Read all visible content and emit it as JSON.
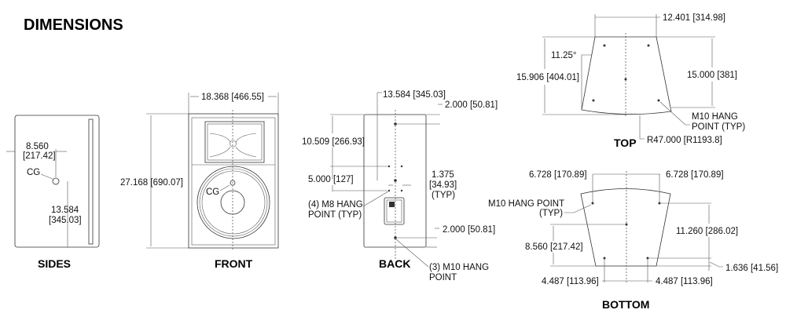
{
  "title": "DIMENSIONS",
  "views": {
    "sides": {
      "label": "SIDES",
      "dim_horizontal": [
        "8.560",
        "[217.42]"
      ],
      "cg": "CG",
      "dim_vertical": [
        "13.584",
        "[345.03]"
      ]
    },
    "front": {
      "label": "FRONT",
      "width": "18.368 [466.55]",
      "height": "27.168 [690.07]",
      "cg": "CG"
    },
    "back": {
      "label": "BACK",
      "dim_top": "13.584 [345.03]",
      "dim_top_right": "2.000 [50.81]",
      "dim_left_upper": "10.509 [266.93]",
      "dim_left_lower": "5.000 [127]",
      "dim_spacing": [
        "1.375",
        "[34.93]",
        "(TYP)"
      ],
      "m8_callout": [
        "(4) M8 HANG",
        "POINT (TYP)"
      ],
      "dim_bottom_right": "2.000 [50.81]",
      "m10_callout": [
        "(3) M10 HANG",
        "POINT"
      ]
    },
    "top": {
      "label": "TOP",
      "width": "12.401 [314.98]",
      "angle": "11.25°",
      "depth": "15.906 [404.01]",
      "hang_depth": "15.000 [381]",
      "callout": [
        "M10 HANG",
        "POINT (TYP)"
      ],
      "radius": "R47.000 [R1193.8]"
    },
    "bottom": {
      "label": "BOTTOM",
      "top_left": "6.728 [170.89]",
      "top_right": "6.728 [170.89]",
      "callout": [
        "M10 HANG POINT",
        "(TYP)"
      ],
      "cg_height": "8.560 [217.42]",
      "hang_spacing": "11.260 [286.02]",
      "edge_offset": "1.636 [41.56]",
      "bottom_left": "4.487 [113.96]",
      "bottom_right": "4.487 [113.96]"
    }
  }
}
